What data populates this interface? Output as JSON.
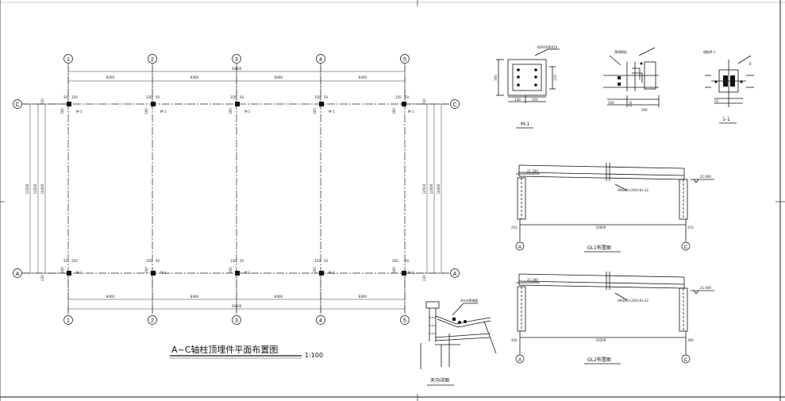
{
  "plan": {
    "title": "A~C轴柱顶埋件平面布置图",
    "scale": "1:100",
    "column_axes": [
      "1",
      "2",
      "3",
      "4",
      "5"
    ],
    "row_axes": [
      "C",
      "A"
    ],
    "bay_spacing": "8400",
    "total_length": "33600",
    "vertical_total": "14400",
    "vertical_span": "12500",
    "vertical_note": "220",
    "embed_mark": "M-1",
    "column_dims": {
      "a": "50",
      "b": "150",
      "c": "300",
      "d": "200"
    }
  },
  "details": {
    "plate_size": "-300X300X10",
    "plate_label": "M-1",
    "plate_dims": {
      "left": "300",
      "mid": "110",
      "bottom_a": "130",
      "bottom_b": "150"
    },
    "connection_dims": {
      "d1": "100",
      "d2": "150",
      "d3": "200"
    },
    "connection_note": "预埋钢板",
    "section_label": "1-1",
    "section_note": "埋板M-1",
    "section_dims": {
      "w": "8",
      "h": "25"
    }
  },
  "beams": [
    {
      "label": "GL1布置图",
      "left_elev": "21.340",
      "right_elev": "21.000",
      "span": "16600",
      "note": "HN300×200×8×12",
      "left_axis": "A",
      "right_axis": "C",
      "left_dim": "210",
      "right_dim": "210"
    },
    {
      "label": "GL2布置图",
      "left_elev": "21.340",
      "right_elev": "21.000",
      "span": "16500",
      "note": "HN300×200×8×12",
      "left_axis": "A",
      "right_axis": "C",
      "left_dim": "420",
      "right_dim": "300"
    }
  ],
  "gutter": {
    "label": "天沟详图",
    "note": "3mm厚钢板"
  }
}
